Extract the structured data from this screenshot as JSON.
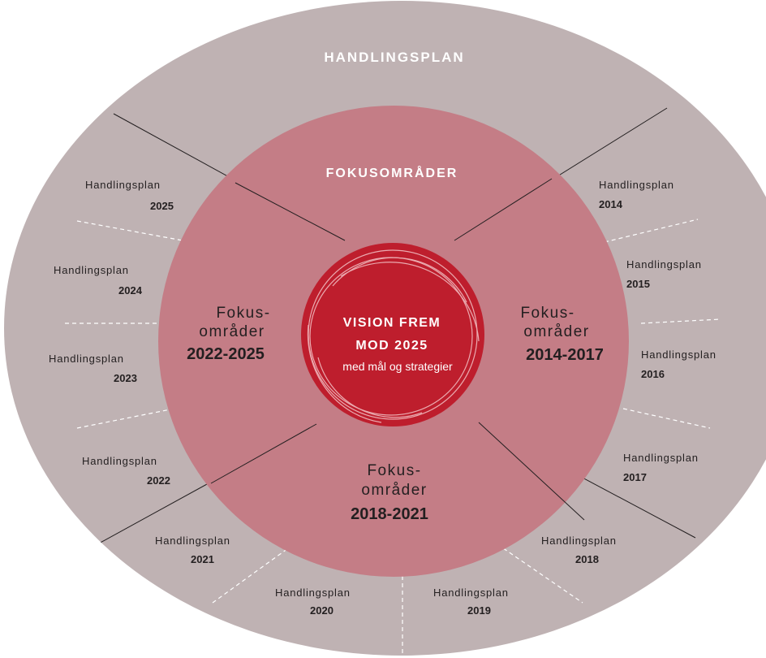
{
  "outer_ring": {
    "title": "HANDLINGSPLAN"
  },
  "middle_ring": {
    "title": "FOKUSOMRÅDER"
  },
  "center": {
    "line1": "VISION FREM",
    "line2": "MOD 2025",
    "subtitle": "med mål og strategier"
  },
  "focus_areas": [
    {
      "line1": "Fokus-",
      "line2": "områder",
      "years": "2022-2025"
    },
    {
      "line1": "Fokus-",
      "line2": "områder",
      "years": "2014-2017"
    },
    {
      "line1": "Fokus-",
      "line2": "områder",
      "years": "2018-2021"
    }
  ],
  "action_plans": [
    {
      "label": "Handlingsplan",
      "year": "2025"
    },
    {
      "label": "Handlingsplan",
      "year": "2024"
    },
    {
      "label": "Handlingsplan",
      "year": "2023"
    },
    {
      "label": "Handlingsplan",
      "year": "2022"
    },
    {
      "label": "Handlingsplan",
      "year": "2021"
    },
    {
      "label": "Handlingsplan",
      "year": "2020"
    },
    {
      "label": "Handlingsplan",
      "year": "2019"
    },
    {
      "label": "Handlingsplan",
      "year": "2018"
    },
    {
      "label": "Handlingsplan",
      "year": "2017"
    },
    {
      "label": "Handlingsplan",
      "year": "2016"
    },
    {
      "label": "Handlingsplan",
      "year": "2015"
    },
    {
      "label": "Handlingsplan",
      "year": "2014"
    }
  ],
  "colors": {
    "outer_ring": "#bfb2b3",
    "middle_ring": "#c47d86",
    "center": "#be1e2d",
    "text": "#231f20",
    "dividers": "#231f20",
    "dashes": "#ffffff"
  }
}
